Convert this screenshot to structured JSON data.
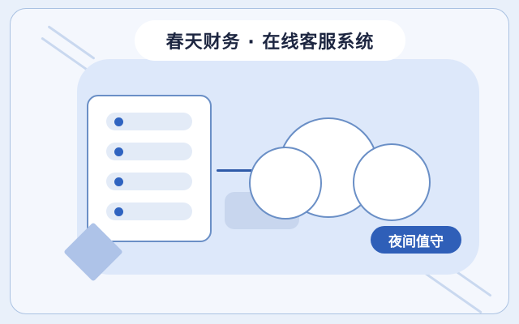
{
  "header": {
    "title": "春天财务 · 在线客服系统"
  },
  "status": {
    "label": "夜间值守"
  },
  "colors": {
    "background": "#e9f0fa",
    "panel": "#dde8fa",
    "accent": "#2f5fb8",
    "outline": "#6a8fc6"
  },
  "icons": {
    "server": "server-rack-icon",
    "cloud": "cloud-icon",
    "shape": "diamond-shape"
  }
}
